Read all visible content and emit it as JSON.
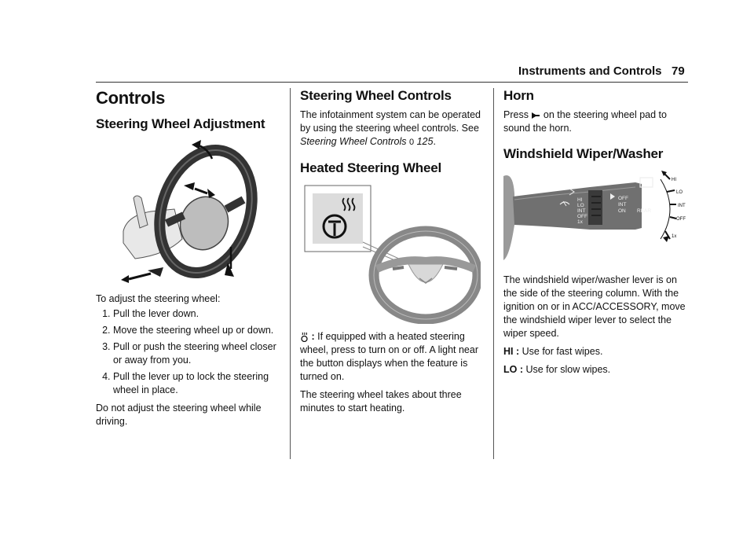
{
  "header": {
    "section": "Instruments and Controls",
    "page": "79"
  },
  "col1": {
    "title": "Controls",
    "subtitle": "Steering Wheel Adjustment",
    "intro": "To adjust the steering wheel:",
    "steps": [
      "Pull the lever down.",
      "Move the steering wheel up or down.",
      "Pull or push the steering wheel closer or away from you.",
      "Pull the lever up to lock the steering wheel in place."
    ],
    "warning": "Do not adjust the steering wheel while driving."
  },
  "col2": {
    "title": "Steering Wheel Controls",
    "intro_text": "The infotainment system can be operated by using the steering wheel controls. See",
    "xref_text": "Steering Wheel Controls",
    "xref_arrow": "0",
    "xref_page": "125",
    "xref_end": ".",
    "heated_title": "Heated Steering Wheel",
    "heated_sep": ":",
    "heated_text": "If equipped with a heated steering wheel, press to turn on or off. A light near the button displays when the feature is turned on.",
    "heating_time": "The steering wheel takes about three minutes to start heating."
  },
  "col3": {
    "horn_title": "Horn",
    "horn_pre": "Press",
    "horn_post": "on the steering wheel pad to sound the horn.",
    "wiper_title": "Windshield Wiper/Washer",
    "wiper_labels": {
      "hi": "HI",
      "lo": "LO",
      "int": "INT",
      "off": "OFF",
      "one_x": "1x",
      "stalk_hi": "HI",
      "stalk_lo": "LO",
      "stalk_int": "INT",
      "stalk_off": "OFF",
      "stalk_1x": "1x",
      "rear_off": "OFF",
      "rear_int": "INT",
      "rear_on": "ON",
      "rear": "REAR"
    },
    "wiper_desc": "The windshield wiper/washer lever is on the side of the steering column. With the ignition on or in ACC/ACCESSORY, move the windshield wiper lever to select the wiper speed.",
    "hi_term": "HI :",
    "hi_desc": "Use for fast wipes.",
    "lo_term": "LO :",
    "lo_desc": "Use for slow wipes."
  }
}
